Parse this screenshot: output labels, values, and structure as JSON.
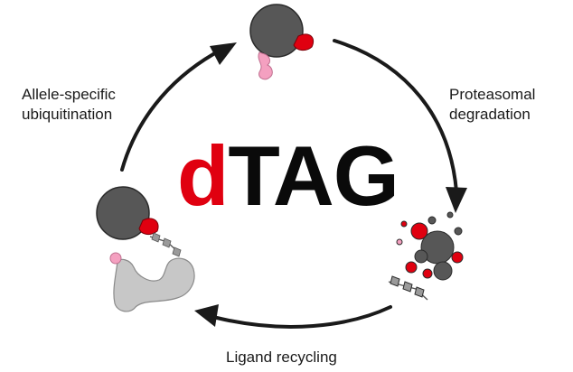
{
  "title": {
    "accent": "d",
    "rest": "TAG"
  },
  "steps": [
    {
      "line1": "Allele-specific",
      "line2": "ubiquitination"
    },
    {
      "line1": "Proteasomal",
      "line2": "degradation"
    },
    {
      "line1": "Ligand recycling",
      "line2": ""
    }
  ],
  "colors": {
    "proteasome": "#575757",
    "degron": "#e00010",
    "ubiquitin": "#f4a0c0",
    "target": "#c7c7c7",
    "arrow": "#1a1a1a"
  }
}
